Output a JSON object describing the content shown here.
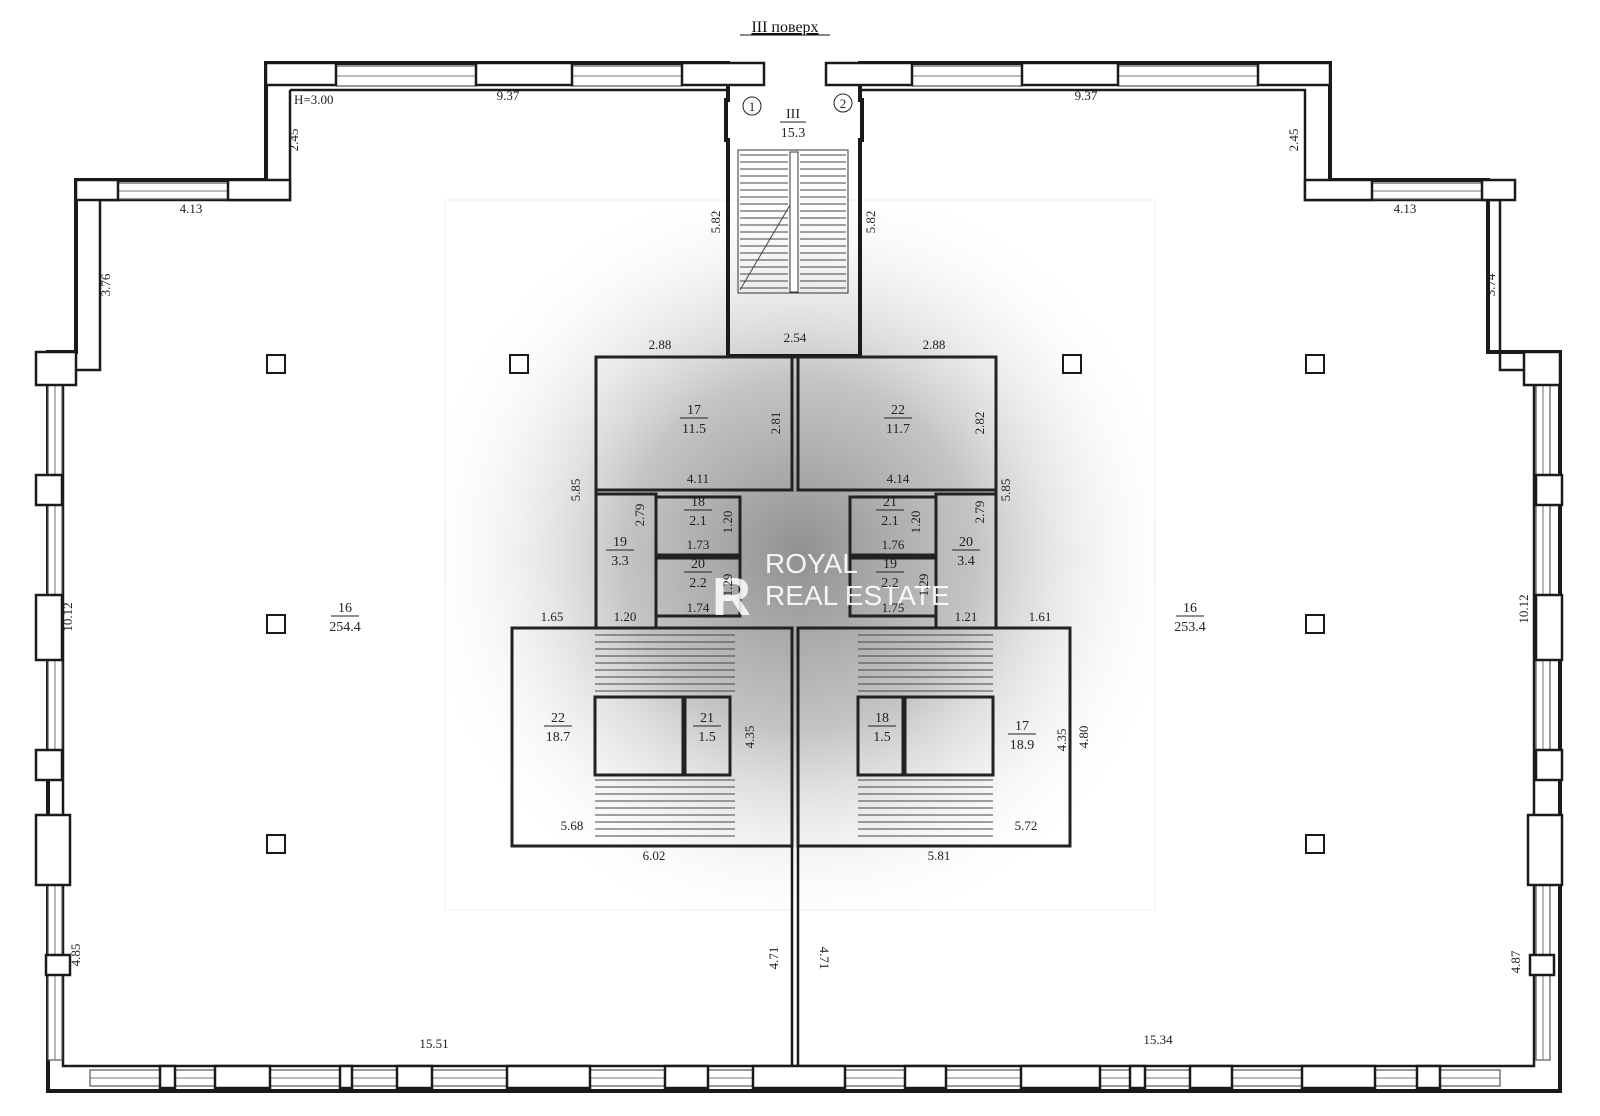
{
  "title": "III поверх",
  "height_label": "H=3.00",
  "watermark": {
    "line1": "ROYAL",
    "line2": "REAL ESTATE",
    "logo": "R"
  },
  "axes": [
    "1",
    "2"
  ],
  "stair_core": {
    "number": "III",
    "area": "15.3"
  },
  "rooms": [
    {
      "id": "room-16-left",
      "number": "16",
      "area": "254.4"
    },
    {
      "id": "room-16-right",
      "number": "16",
      "area": "253.4"
    },
    {
      "id": "room-17-top",
      "number": "17",
      "area": "11.5"
    },
    {
      "id": "room-22-top",
      "number": "22",
      "area": "11.7"
    },
    {
      "id": "room-18-small",
      "number": "18",
      "area": "2.1"
    },
    {
      "id": "room-21-small",
      "number": "21",
      "area": "2.1"
    },
    {
      "id": "room-19-left",
      "number": "19",
      "area": "3.3"
    },
    {
      "id": "room-20-right",
      "number": "20",
      "area": "3.4"
    },
    {
      "id": "room-20-small",
      "number": "20",
      "area": "2.2"
    },
    {
      "id": "room-19-small",
      "number": "19",
      "area": "2.2"
    },
    {
      "id": "room-22-bottom",
      "number": "22",
      "area": "18.7"
    },
    {
      "id": "room-21-lift",
      "number": "21",
      "area": "1.5"
    },
    {
      "id": "room-18-lift",
      "number": "18",
      "area": "1.5"
    },
    {
      "id": "room-17-bottom",
      "number": "17",
      "area": "18.9"
    }
  ],
  "dimensions": [
    "9.37",
    "9.37",
    "2.45",
    "2.45",
    "4.13",
    "4.13",
    "3.76",
    "3.74",
    "5.82",
    "5.82",
    "2.54",
    "2.88",
    "2.88",
    "2.81",
    "2.82",
    "4.11",
    "4.14",
    "5.85",
    "5.85",
    "2.79",
    "2.79",
    "1.20",
    "1.20",
    "1.73",
    "1.76",
    "1.29",
    "1.74",
    "1.75",
    "1.20",
    "1.21",
    "1.65",
    "1.61",
    "10.12",
    "10.12",
    "4.35",
    "4.35",
    "4.80",
    "5.68",
    "5.72",
    "6.02",
    "5.81",
    "4.71",
    "4.71",
    "4.85",
    "4.87",
    "15.51",
    "15.34",
    "1.29"
  ]
}
